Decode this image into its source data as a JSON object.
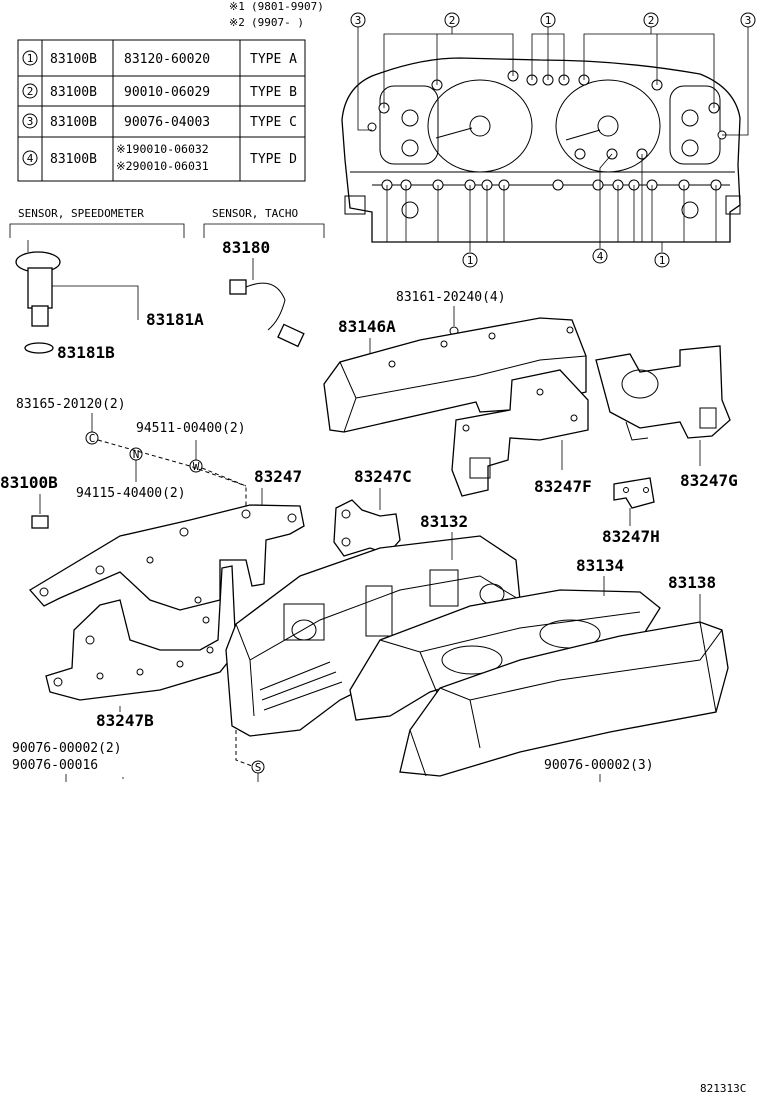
{
  "notes": [
    {
      "mark": "※1",
      "range": "(9801-9907)"
    },
    {
      "mark": "※2",
      "range": "(9907-    )"
    }
  ],
  "table": {
    "rows": [
      {
        "ref": "1",
        "base": "83100B",
        "part": "83120-60020",
        "type": "TYPE A"
      },
      {
        "ref": "2",
        "base": "83100B",
        "part": "90010-06029",
        "type": "TYPE B"
      },
      {
        "ref": "3",
        "base": "83100B",
        "part": "90076-04003",
        "type": "TYPE C"
      },
      {
        "ref": "4",
        "base": "83100B",
        "part_lines": [
          "※190010-06032",
          "※290010-06031"
        ],
        "type": "TYPE D"
      }
    ]
  },
  "captions": {
    "speedometer": "SENSOR, SPEEDOMETER",
    "tacho": "SENSOR, TACHO"
  },
  "parts": {
    "p83180": "83180",
    "p83181A": "83181A",
    "p83181B": "83181B",
    "p83161": "83161-20240(4)",
    "p83146A": "83146A",
    "p83165": "83165-20120(2)",
    "p94511": "94511-00400(2)",
    "p83100B": "83100B",
    "p94115": "94115-40400(2)",
    "p83247": "83247",
    "p83247C": "83247C",
    "p83247F": "83247F",
    "p83247G": "83247G",
    "p83247H": "83247H",
    "p83132": "83132",
    "p83134": "83134",
    "p83138": "83138",
    "p83247B": "83247B",
    "p90076_2": "90076-00002(2)",
    "p90076_16": "90076-00016",
    "p90076_3": "90076-00002(3)"
  },
  "callouts": {
    "top_left_3": "3",
    "top_2a": "2",
    "top_1": "1",
    "top_2b": "2",
    "top_right_3": "3",
    "bottom_1a": "1",
    "bottom_4": "4",
    "bottom_1b": "1"
  },
  "symbols": {
    "c": "C",
    "n": "N",
    "w": "W",
    "s": "S"
  },
  "figure_code": "821313C"
}
